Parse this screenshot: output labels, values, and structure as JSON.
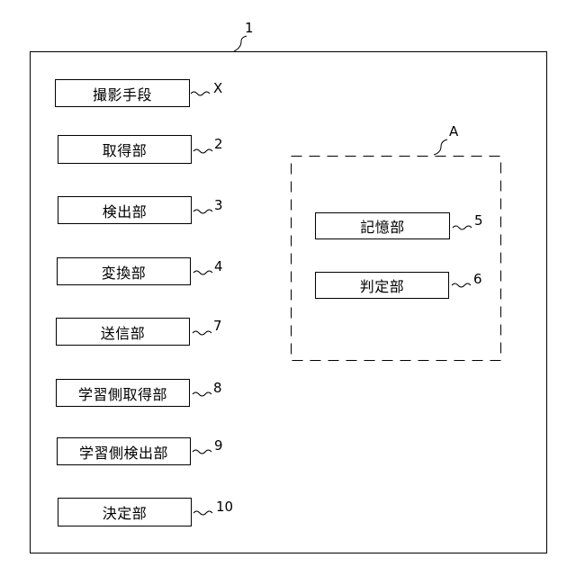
{
  "device": {
    "ref": "1"
  },
  "group": {
    "ref": "A"
  },
  "left_units": [
    {
      "label": "撮影手段",
      "ref": "X"
    },
    {
      "label": "取得部",
      "ref": "2"
    },
    {
      "label": "検出部",
      "ref": "3"
    },
    {
      "label": "変換部",
      "ref": "4"
    },
    {
      "label": "送信部",
      "ref": "7"
    },
    {
      "label": "学習側取得部",
      "ref": "8"
    },
    {
      "label": "学習側検出部",
      "ref": "9"
    },
    {
      "label": "決定部",
      "ref": "10"
    }
  ],
  "group_units": [
    {
      "label": "記憶部",
      "ref": "5"
    },
    {
      "label": "判定部",
      "ref": "6"
    }
  ]
}
